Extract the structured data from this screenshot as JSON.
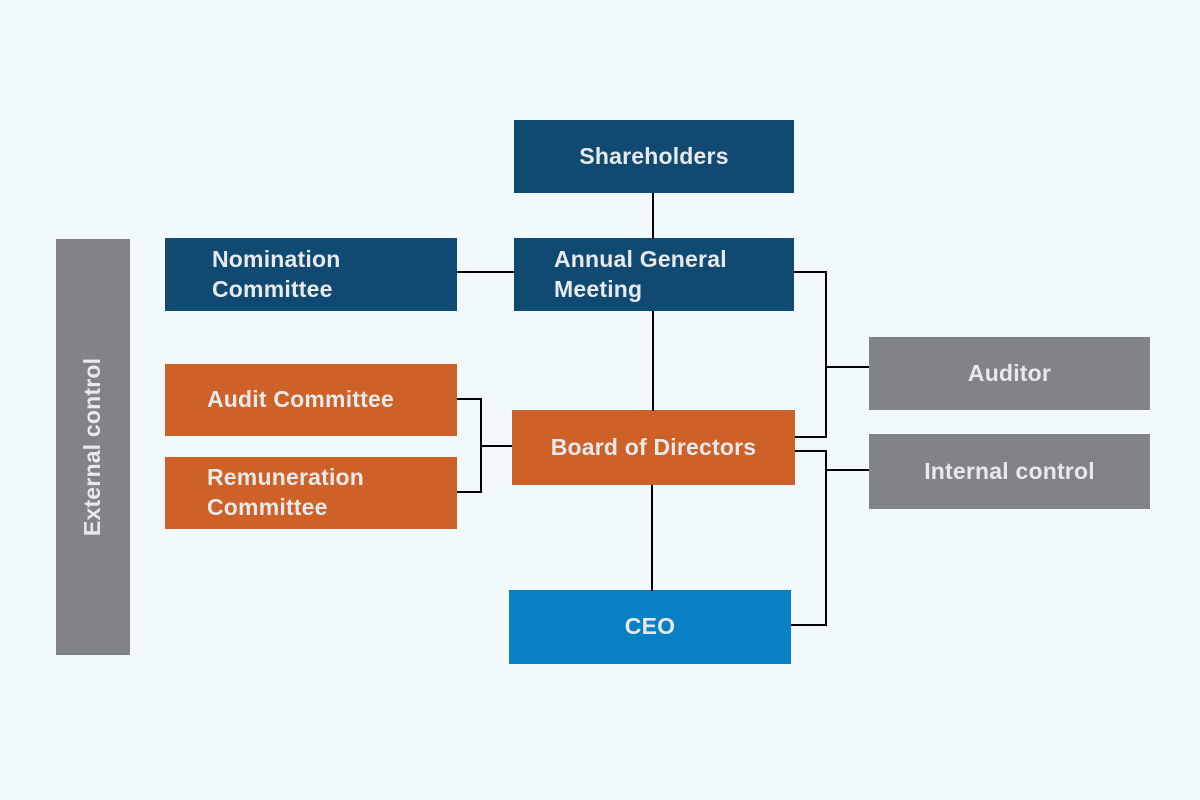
{
  "palette": {
    "background": "#F2F9FD",
    "navy": "#104A73",
    "orange": "#CD6128",
    "blue": "#0780C4",
    "gray": "#818386",
    "label_text": "#E8E9EA",
    "line": "#000000"
  },
  "nodes": {
    "shareholders": {
      "label": "Shareholders",
      "color": "#104A73"
    },
    "annual_general_meeting": {
      "label": "Annual General\nMeeting",
      "color": "#104A73"
    },
    "nomination_committee": {
      "label": "Nomination\nCommittee",
      "color": "#104A73"
    },
    "audit_committee": {
      "label": "Audit Committee",
      "color": "#CD6128"
    },
    "remuneration_committee": {
      "label": "Remuneration\nCommittee",
      "color": "#CD6128"
    },
    "board_of_directors": {
      "label": "Board of Directors",
      "color": "#CD6128"
    },
    "ceo": {
      "label": "CEO",
      "color": "#0780C4"
    },
    "auditor": {
      "label": "Auditor",
      "color": "#818386"
    },
    "internal_control": {
      "label": "Internal control",
      "color": "#818386"
    },
    "external_control": {
      "label": "External control",
      "color": "#818386"
    }
  },
  "edges": [
    {
      "from": "shareholders",
      "to": "annual_general_meeting"
    },
    {
      "from": "nomination_committee",
      "to": "annual_general_meeting"
    },
    {
      "from": "annual_general_meeting",
      "to": "board_of_directors"
    },
    {
      "from": "annual_general_meeting",
      "to": "auditor"
    },
    {
      "from": "audit_committee",
      "to": "board_of_directors"
    },
    {
      "from": "remuneration_committee",
      "to": "board_of_directors"
    },
    {
      "from": "board_of_directors",
      "to": "internal_control"
    },
    {
      "from": "board_of_directors",
      "to": "ceo"
    }
  ]
}
